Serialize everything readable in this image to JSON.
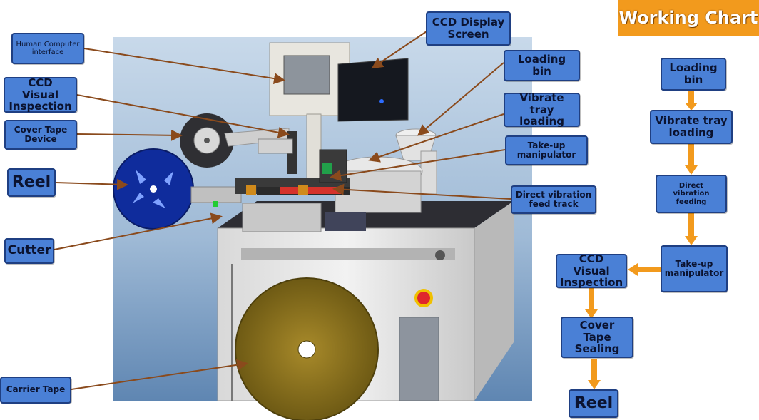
{
  "chart_title": "Working Chart",
  "callouts": {
    "hmi": "Human Computer\ninterface",
    "ccd_screen": "CCD Display\nScreen",
    "loading_bin": "Loading bin",
    "ccd_visual": "CCD Visual\nInspection",
    "vibrate_tray": "Vibrate tray\nloading",
    "cover_tape_device": "Cover Tape\nDevice",
    "takeup": "Take-up\nmanipulator",
    "reel": "Reel",
    "direct_vibration": "Direct vibration\nfeed track",
    "cutter": "Cutter",
    "carrier_tape": "Carrier Tape"
  },
  "flow": {
    "steps": [
      "Loading\nbin",
      "Vibrate tray\nloading",
      "Direct vibration\nfeeding",
      "Take-up\nmanipulator",
      "CCD Visual\nInspection",
      "Cover Tape\nSealing",
      "Reel"
    ]
  },
  "colors": {
    "label_fill": "#4a80d6",
    "label_border": "#1f3f82",
    "leader_line": "#8a4a1c",
    "flow_arrow": "#f29a1d",
    "title_bg": "#f29a1d"
  }
}
